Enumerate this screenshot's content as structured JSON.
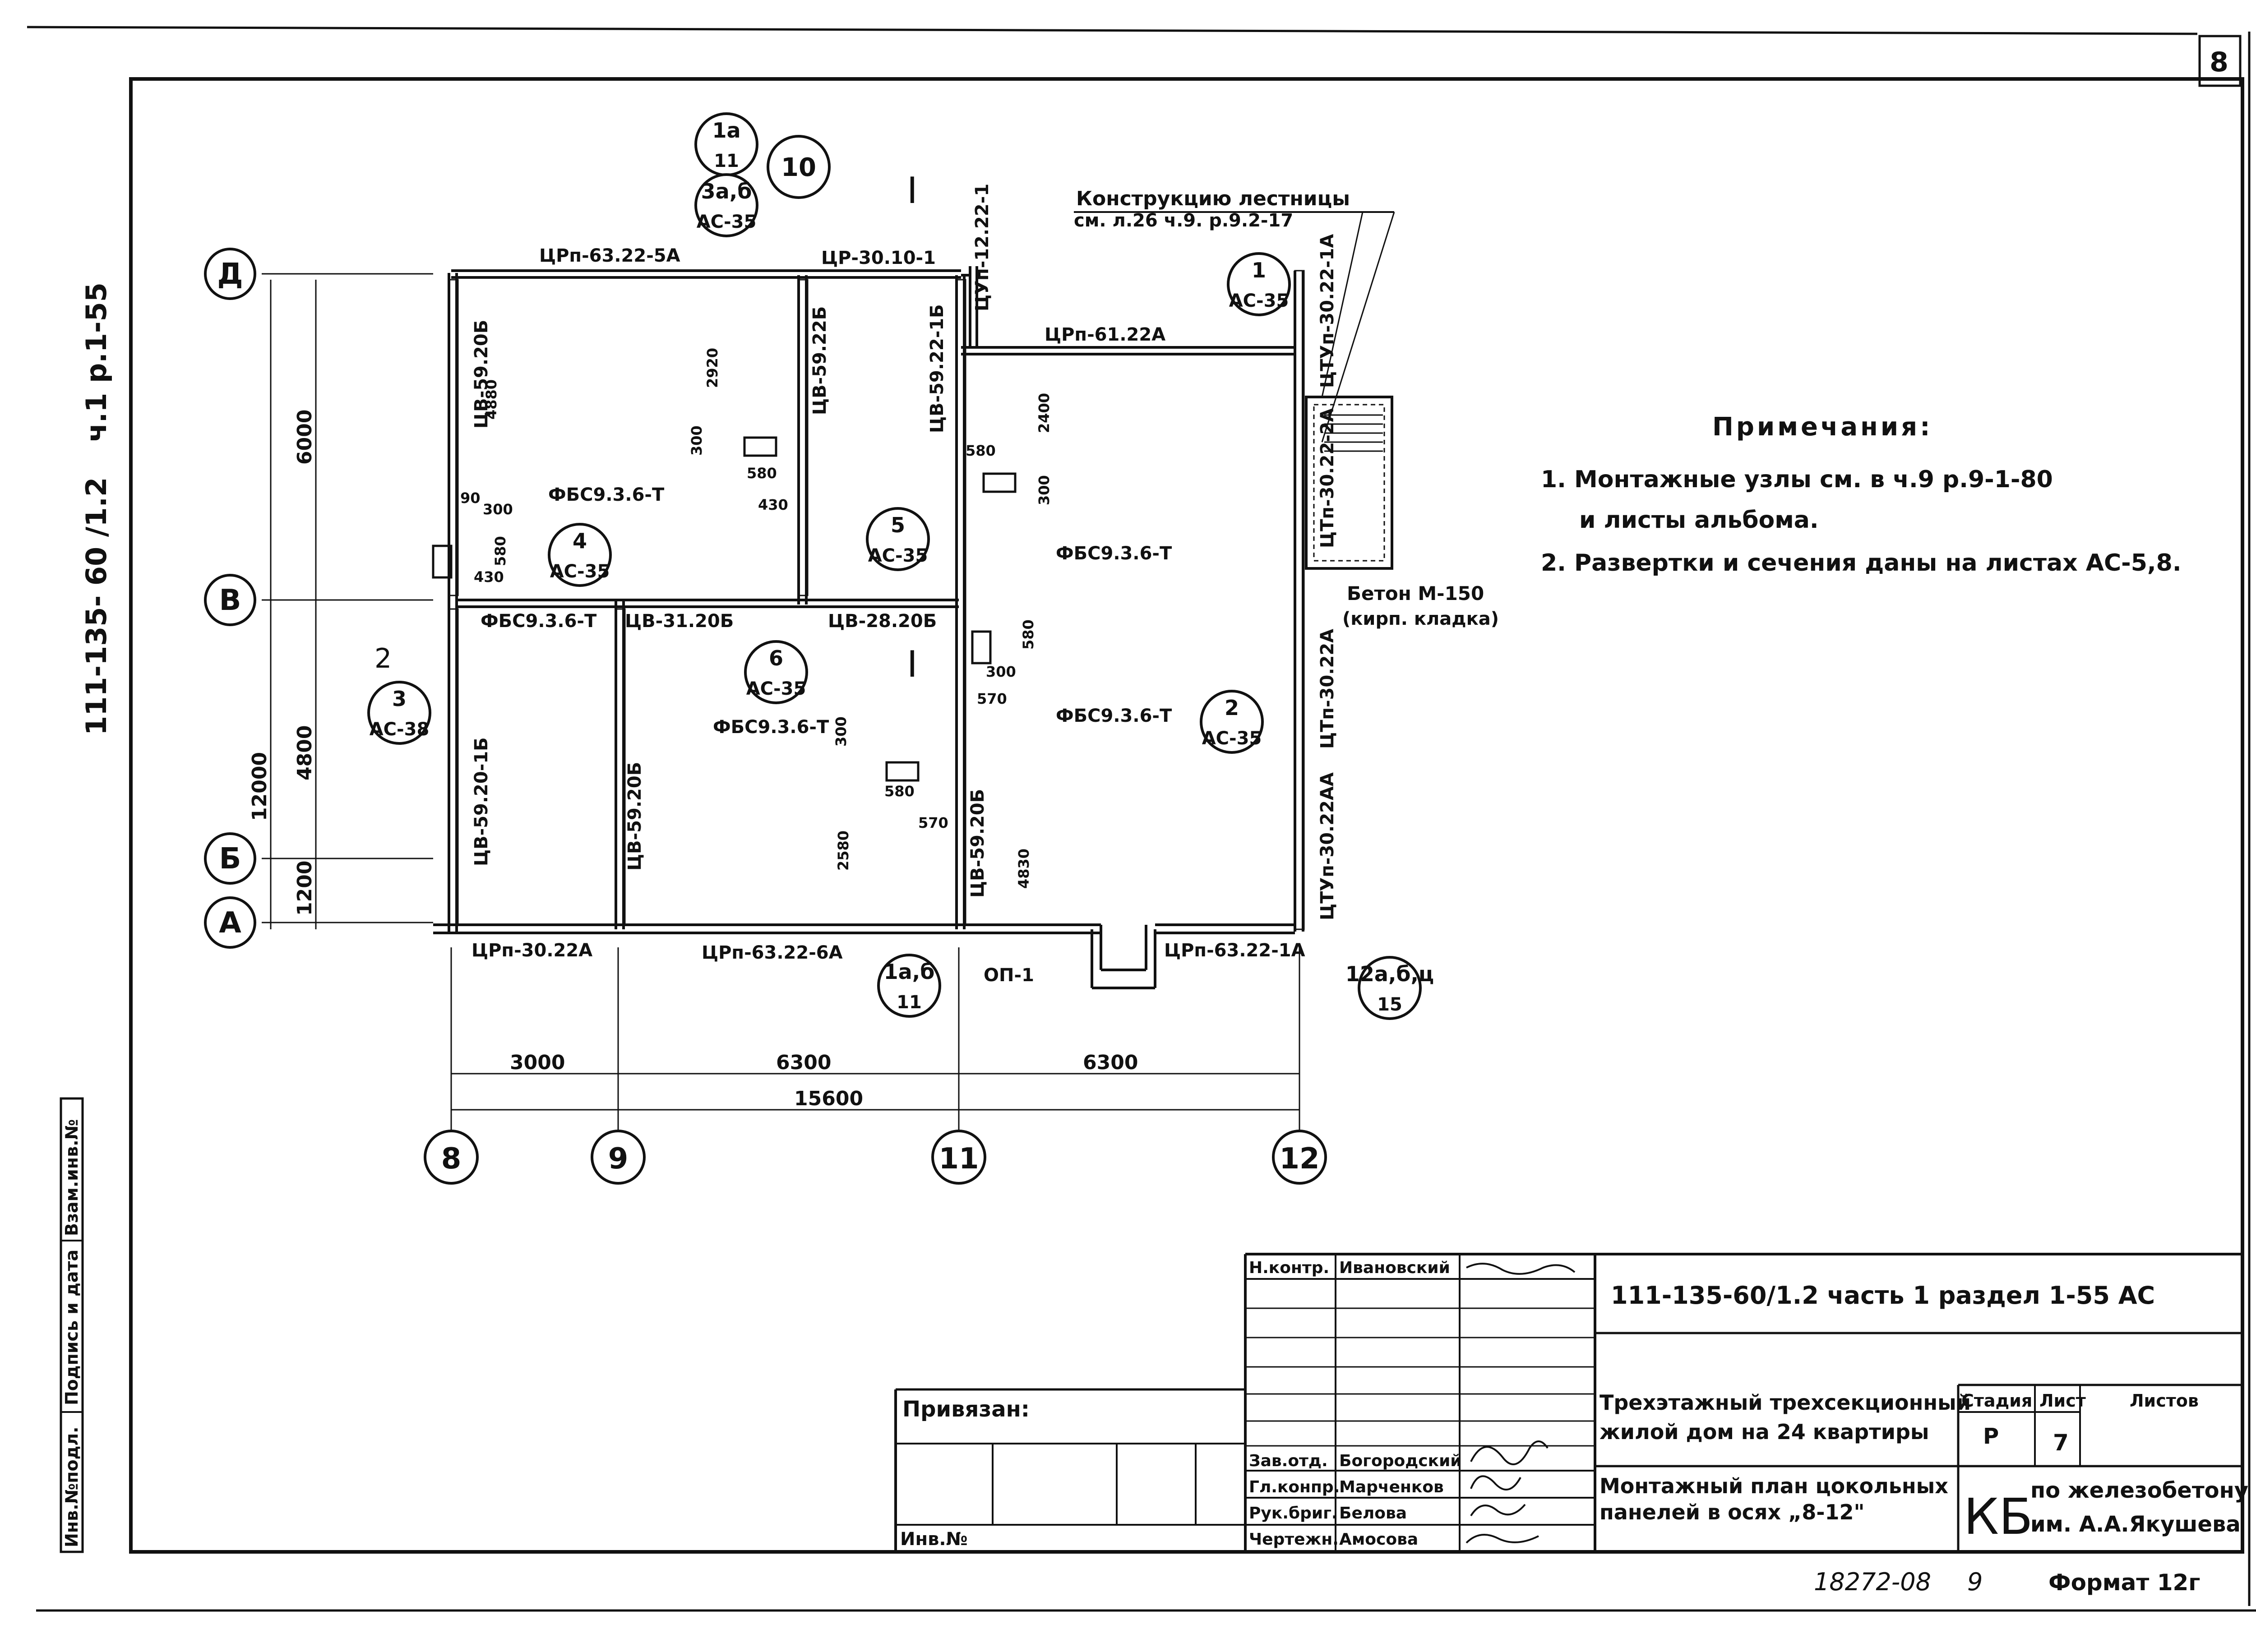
{
  "sheet_number": "8",
  "side": {
    "doc_code": "111-135- 60 /1.2",
    "doc_part": "ч.1  р.1-55"
  },
  "stamp_side": {
    "inv_podl": "Инв.№подл.",
    "podpis_data": "Подпись и дата",
    "vzam_inv": "Взам.инв.№"
  },
  "axes": {
    "rows": [
      "Д",
      "В",
      "Б",
      "А"
    ],
    "cols": [
      "8",
      "9",
      "11",
      "12"
    ]
  },
  "dimensions": {
    "vertical": [
      "6000",
      "4800",
      "1200",
      "12000"
    ],
    "horizontal": [
      "3000",
      "6300",
      "6300",
      "15600"
    ],
    "inner": [
      "2920",
      "4880",
      "300",
      "580",
      "430",
      "90",
      "300",
      "580",
      "430",
      "580",
      "2400",
      "300",
      "580",
      "300",
      "570",
      "2580",
      "300",
      "580",
      "4830",
      "570"
    ]
  },
  "panels": [
    "ЦРп-63.22-5А",
    "ЦР-30.10-1",
    "ЦУп-12.22-1",
    "ЦРп-61.22А",
    "ЦТУп-30.22-1А",
    "ЦТп-30.22-2А",
    "ЦТп-30.22А",
    "ЦТУп-30.22АА",
    "ЦВ-59.20Б",
    "ЦВ-59.22Б",
    "ЦВ-59.22-1Б",
    "ЦВ-31.20Б",
    "ЦВ-28.20Б",
    "ЦВ-59.20-1Б",
    "ЦВ-59.20Б",
    "ЦВ-59.20Б",
    "ЦРп-30.22А",
    "ЦРп-63.22-6А",
    "ОП-1",
    "ЦРп-63.22-1А"
  ],
  "blocks": [
    "ФБС9.3.6-Т",
    "ФБС9.3.6-Т",
    "ФБС9.3.6-Т",
    "ФБС9.3.6-Т",
    "ФБС9.3.6-Т"
  ],
  "callouts": [
    {
      "top": "1а",
      "bottom": "11"
    },
    {
      "top": "3а,б",
      "bottom": "АС-35"
    },
    {
      "top": "10",
      "bottom": ""
    },
    {
      "top": "1",
      "bottom": "АС-35"
    },
    {
      "top": "4",
      "bottom": "АС-35"
    },
    {
      "top": "5",
      "bottom": "АС-35"
    },
    {
      "top": "6",
      "bottom": "АС-35"
    },
    {
      "top": "3",
      "bottom": "АС-38"
    },
    {
      "top": "2",
      "bottom": "АС-35"
    },
    {
      "top": "1а,б",
      "bottom": "11"
    },
    {
      "top": "12а,б,ц",
      "bottom": "15"
    }
  ],
  "section_mark": "I",
  "section_num": "2",
  "stair_note": {
    "line1": "Конструкцию лестницы",
    "line2": "см. л.26 ч.9. р.9.2-17"
  },
  "concrete_note": {
    "line1": "Бетон М-150",
    "line2": "(кирп. кладка)"
  },
  "notes": {
    "title": "Примечания:",
    "items": [
      "1. Монтажные узлы см. в ч.9 р.9-1-80",
      "и листы альбома.",
      "2. Развертки и сечения даны на листах АС-5,8."
    ]
  },
  "title_block": {
    "privyazan": "Привязан:",
    "inv_no": "Инв.№",
    "roles": [
      {
        "role": "Н.контр.",
        "name": "Ивановский"
      },
      {
        "role": "Зав.отд.",
        "name": "Богородский"
      },
      {
        "role": "Гл.конпр.",
        "name": "Марченков"
      },
      {
        "role": "Рук.бриг.",
        "name": "Белова"
      },
      {
        "role": "Чертежн.",
        "name": "Амосова"
      }
    ],
    "doc_title": "111-135-60/1.2  часть 1  раздел 1-55 АС",
    "project_line1": "Трехэтажный трехсекционный",
    "project_line2": "жилой дом на 24 квартиры",
    "sheet_line1": "Монтажный план цокольных",
    "sheet_line2": "панелей в осях „8-12\"",
    "stage_label": "Стадия",
    "list_label": "Лист",
    "lists_label": "Листов",
    "stage_value": "Р",
    "list_value": "7",
    "lists_value": "",
    "org_code": "КБ",
    "org_line1": "по железобетону",
    "org_line2": "им. А.А.Якушева",
    "archive_no": "18272-08",
    "archive_sheet": "9",
    "format": "Формат 12г"
  }
}
